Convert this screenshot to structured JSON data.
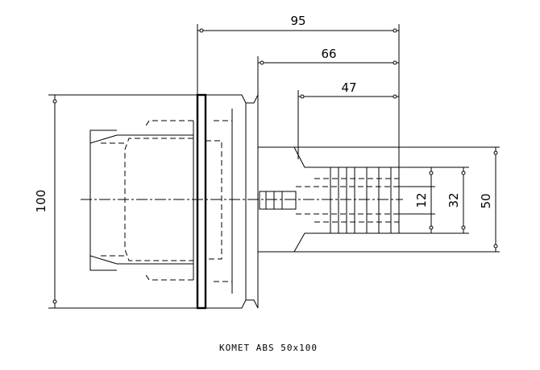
{
  "dimensions": {
    "overall_length": "95",
    "mid_length": "66",
    "short_length": "47",
    "flange_diameter": "100",
    "nose_diameter": "50",
    "bore_diameter_large": "32",
    "bore_diameter_small": "12"
  },
  "caption": "KOMET ABS 50x100"
}
